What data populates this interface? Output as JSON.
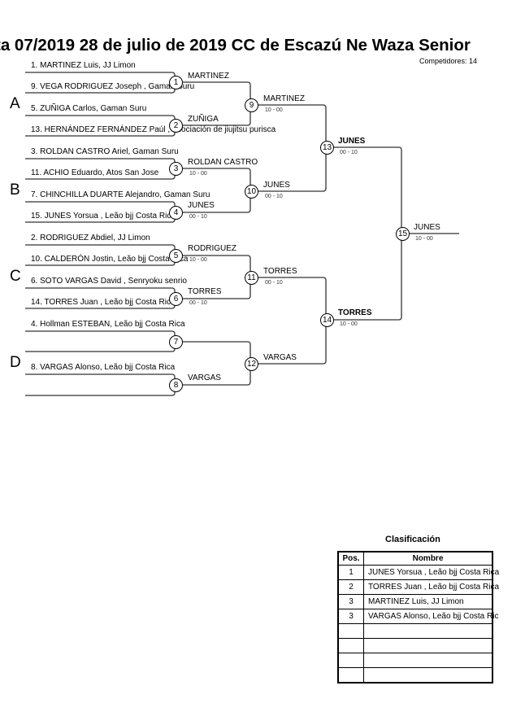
{
  "header": {
    "title": "ta 07/2019  28 de julio de 2019  CC de Escazú   Ne Waza Senior",
    "competitors_label": "Competidores: 14"
  },
  "groups": [
    "A",
    "B",
    "C",
    "D"
  ],
  "round1": [
    {
      "match": "1",
      "top": "1. MARTINEZ Luis, JJ Limon",
      "bottom": "9. VEGA RODRIGUEZ Joseph , Gaman Suru",
      "winner": "MARTINEZ",
      "score": ""
    },
    {
      "match": "2",
      "top": "5. ZUÑIGA Carlos, Gaman Suru",
      "bottom": "13. HERNÁNDEZ FERNÁNDEZ  Paúl , Asociación de jiujitsu purisca",
      "winner": "ZUÑIGA",
      "score": ""
    },
    {
      "match": "3",
      "top": "3. ROLDAN CASTRO Ariel, Gaman Suru",
      "bottom": "11. ACHIO Eduardo, Atos San Jose",
      "winner": "ROLDAN CASTRO",
      "score": "10 - 00"
    },
    {
      "match": "4",
      "top": "7. CHINCHILLA DUARTE  Alejandro, Gaman Suru",
      "bottom": "15. JUNES Yorsua , Leão bjj Costa Rica",
      "winner": "JUNES",
      "score": "00 - 10"
    },
    {
      "match": "5",
      "top": "2. RODRIGUEZ Abdiel, JJ Limon",
      "bottom": "10. CALDERÓN Jostin, Leão bjj Costa Rica",
      "winner": "RODRIGUEZ",
      "score": "10 - 00"
    },
    {
      "match": "6",
      "top": "6. SOTO VARGAS David , Senryoku senrio",
      "bottom": "14. TORRES Juan , Leão bjj Costa Rica",
      "winner": "TORRES",
      "score": "00 - 10"
    },
    {
      "match": "7",
      "top": "4. Hollman ESTEBAN, Leão bjj Costa Rica",
      "bottom": "",
      "winner": "",
      "score": ""
    },
    {
      "match": "8",
      "top": "8. VARGAS Alonso, Leão bjj Costa Rica",
      "bottom": "",
      "winner": "VARGAS",
      "score": ""
    }
  ],
  "round2": [
    {
      "match": "9",
      "winner": "MARTINEZ",
      "score": "10 - 00"
    },
    {
      "match": "10",
      "winner": "JUNES",
      "score": "00 - 10"
    },
    {
      "match": "11",
      "winner": "TORRES",
      "score": "00 - 10"
    },
    {
      "match": "12",
      "winner": "VARGAS",
      "score": ""
    }
  ],
  "round3": [
    {
      "match": "13",
      "winner": "JUNES",
      "score": "00 - 10"
    },
    {
      "match": "14",
      "winner": "TORRES",
      "score": "10 - 00"
    }
  ],
  "final": {
    "match": "15",
    "winner": "JUNES",
    "score": "10 - 00"
  },
  "classification": {
    "title": "Clasificación",
    "headers": {
      "pos": "Pos.",
      "name": "Nombre"
    },
    "rows": [
      {
        "pos": "1",
        "name": "JUNES Yorsua , Leão bjj Costa Rica"
      },
      {
        "pos": "2",
        "name": "TORRES Juan , Leão bjj Costa Rica"
      },
      {
        "pos": "3",
        "name": "MARTINEZ Luis, JJ Limon"
      },
      {
        "pos": "3",
        "name": "VARGAS Alonso, Leão bjj Costa Ric"
      },
      {
        "pos": "",
        "name": ""
      },
      {
        "pos": "",
        "name": ""
      },
      {
        "pos": "",
        "name": ""
      },
      {
        "pos": "",
        "name": ""
      }
    ]
  }
}
